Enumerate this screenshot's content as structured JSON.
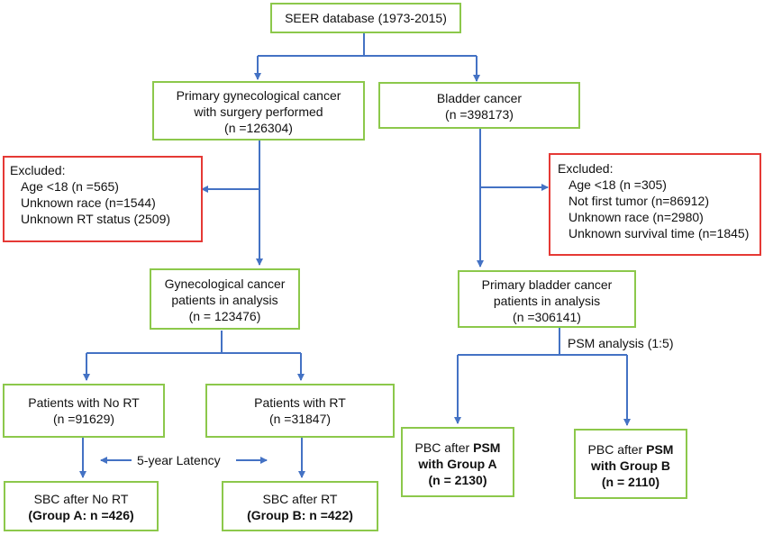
{
  "nodes": {
    "seer": {
      "lines": [
        "SEER database (1973-2015)"
      ]
    },
    "gyn_primary": {
      "lines": [
        "Primary gynecological  cancer",
        "with surgery performed",
        "(n =126304)"
      ]
    },
    "bladder": {
      "lines": [
        "Bladder cancer",
        "(n =398173)"
      ]
    },
    "gyn_excluded": {
      "title": "Excluded:",
      "items": [
        "Age <18 (n =565)",
        "Unknown race (n=1544)",
        "Unknown RT status (2509)"
      ]
    },
    "bladder_excluded": {
      "title": "Excluded:",
      "items": [
        "Age <18 (n =305)",
        "Not first tumor (n=86912)",
        "Unknown race (n=2980)",
        "Unknown survival time (n=1845)"
      ]
    },
    "gyn_analysis": {
      "lines": [
        "Gynecological  cancer",
        "patients in analysis",
        "(n = 123476)"
      ]
    },
    "bladder_analysis": {
      "lines": [
        "Primary bladder cancer",
        "patients in analysis",
        "(n =306141)"
      ]
    },
    "no_rt": {
      "lines": [
        "Patients with No RT",
        "(n =91629)"
      ]
    },
    "rt": {
      "lines": [
        "Patients with RT",
        "(n =31847)"
      ]
    },
    "sbc_no_rt": {
      "line1": "SBC after No RT",
      "line2": "(Group A: n =426)"
    },
    "sbc_rt": {
      "line1": "SBC after RT",
      "line2": "(Group B: n =422)"
    },
    "pbc_a": {
      "l1a": "PBC after ",
      "l1b": "PSM",
      "l2": "with Group A",
      "l3": "(n = 2130)"
    },
    "pbc_b": {
      "l1a": "PBC after ",
      "l1b": "PSM",
      "l2": "with Group B",
      "l3": "(n = 2110)"
    }
  },
  "labels": {
    "latency": "5-year Latency",
    "psm": "PSM analysis (1:5)"
  },
  "colors": {
    "box_border": "#8cc84b",
    "excluded_border": "#e53935",
    "connector": "#4472c4"
  }
}
